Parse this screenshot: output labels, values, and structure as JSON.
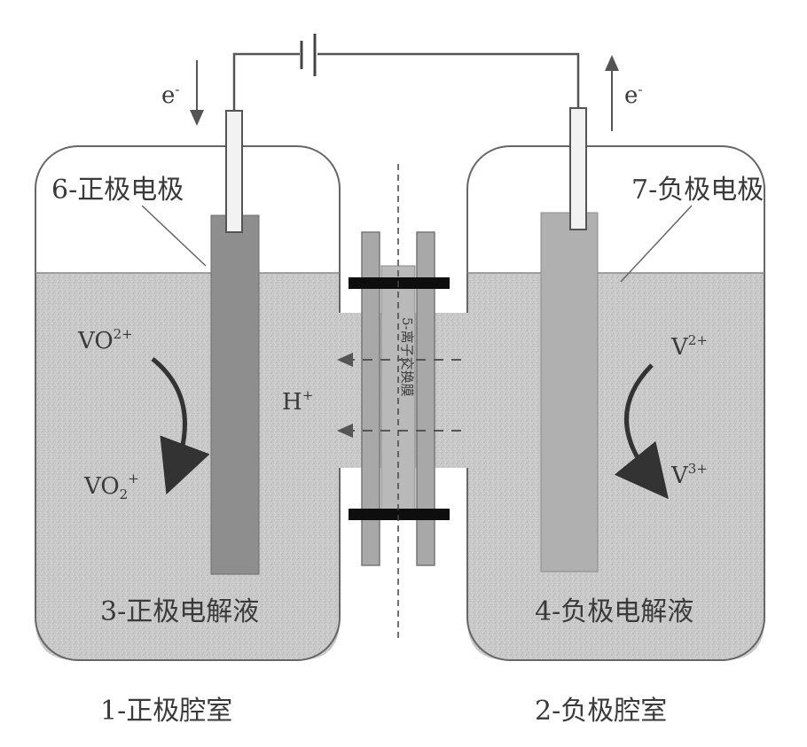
{
  "colors": {
    "electrolyte": "#c8c8c8",
    "electrode": "#909090",
    "outline": "#555555",
    "clamp": "#111111",
    "membrane_frame": "#a9a9a9",
    "background": "#ffffff"
  },
  "labels": {
    "electron_left": "e",
    "electron_left_sup": "-",
    "electron_right": "e",
    "electron_right_sup": "-",
    "positive_electrode": "6-正极电极",
    "negative_electrode": "7-负极电极",
    "positive_electrolyte": "3-正极电解液",
    "negative_electrolyte": "4-负极电解液",
    "positive_chamber": "1-正极腔室",
    "negative_chamber": "2-负极腔室",
    "proton": "H",
    "proton_sup": "+",
    "membrane": "5-离子交换膜",
    "ion_vo_top": "VO",
    "ion_vo_top_sup": "2+",
    "ion_vo_bottom": "VO",
    "ion_vo_bottom_sub": "2",
    "ion_vo_bottom_sup": "+",
    "ion_v_top": "V",
    "ion_v_top_sup": "2+",
    "ion_v_bottom": "V",
    "ion_v_bottom_sup": "3+"
  },
  "icons": {
    "battery": "battery-symbol-icon",
    "arrow_down": "arrow-down-icon",
    "arrow_up": "arrow-up-icon",
    "arrow_left": "arrow-left-icon",
    "cycle_arrow": "curved-arrow-icon"
  }
}
